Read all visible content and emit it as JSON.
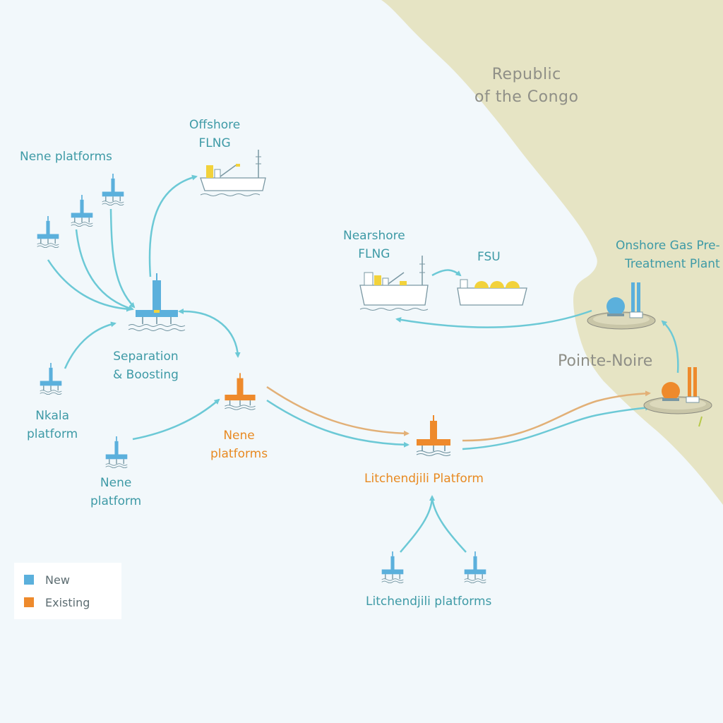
{
  "colors": {
    "sea": "#f2f8fb",
    "land": "#e6e4c4",
    "flow_new": "#6cc9d6",
    "flow_existing": "#e2b077",
    "new": "#5bb0dc",
    "existing": "#ee8a2c",
    "label": "#3e9aa6",
    "label_existing": "#e88a22",
    "place": "#8f8f87"
  },
  "labels": {
    "country": "Republic\nof the Congo",
    "city": "Pointe-Noire",
    "nene_platforms_top": "Nene platforms",
    "offshore_flng": "Offshore\nFLNG",
    "nearshore_flng": "Nearshore\nFLNG",
    "fsu": "FSU",
    "onshore_plant": "Onshore Gas Pre-\nTreatment Plant",
    "separation_boosting": "Separation\n& Boosting",
    "nkala_platform": "Nkala\nplatform",
    "nene_platform_bottom": "Nene\nplatform",
    "nene_platforms_existing": "Nene\nplatforms",
    "litchendjili_platform": "Litchendjili Platform",
    "litchendjili_platforms": "Litchendjili platforms"
  },
  "legend": {
    "new": "New",
    "existing": "Existing"
  },
  "icons": {
    "platform": "offshore-platform-icon",
    "vessel": "flng-vessel-icon",
    "plant": "gas-plant-icon"
  }
}
